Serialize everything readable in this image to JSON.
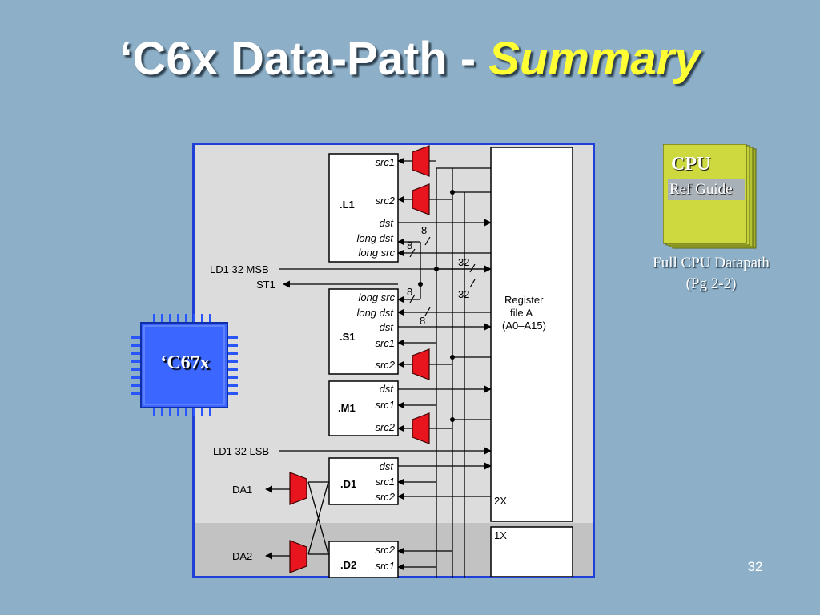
{
  "slide": {
    "title_main": "‘C6x Data-Path - ",
    "title_emphasis": "Summary",
    "page_number": "32"
  },
  "chip": {
    "label": "‘C67x"
  },
  "ref_book": {
    "title": "CPU",
    "subtitle": "Ref Guide"
  },
  "caption": {
    "line1": "Full CPU Datapath",
    "line2": "(Pg 2-2)"
  },
  "diagram": {
    "units": {
      "l1": ".L1",
      "s1": ".S1",
      "m1": ".M1",
      "d1": ".D1",
      "d2": ".D2"
    },
    "ports": {
      "src1": "src1",
      "src2": "src2",
      "dst": "dst",
      "long_dst": "long dst",
      "long_src": "long src"
    },
    "register_file": {
      "line1": "Register",
      "line2": "file A",
      "line3": "(A0–A15)"
    },
    "cross_paths": {
      "x2": "2X",
      "x1": "1X"
    },
    "signals": {
      "ld1_msb": "LD1 32 MSB",
      "st1": "ST1",
      "ld1_lsb": "LD1 32 LSB",
      "da1": "DA1",
      "da2": "DA2"
    },
    "bus_widths": {
      "w8": "8",
      "w32": "32"
    }
  }
}
